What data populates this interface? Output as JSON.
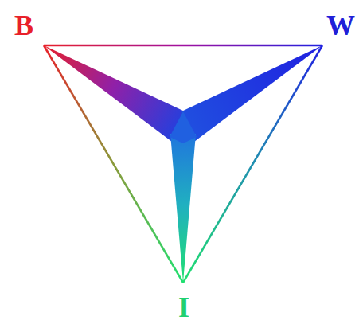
{
  "diagram": {
    "labels": [
      "B",
      "W",
      "I"
    ]
  }
}
